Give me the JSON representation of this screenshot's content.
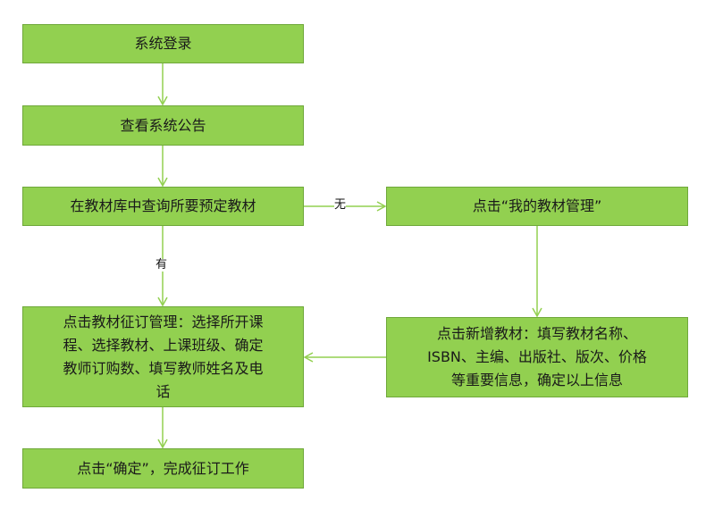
{
  "colors": {
    "node_fill": "#92d050",
    "node_border": "#6fa83a",
    "arrow": "#92d050"
  },
  "nodes": {
    "login": "系统登录",
    "notice": "查看系统公告",
    "query": "在教材库中查询所要预定教材",
    "my_books": "点击“我的教材管理”",
    "order_lines": [
      "点击教材征订管理：选择所开课",
      "程、选择教材、上课班级、确定",
      "教师订购数、填写教师姓名及电",
      "话"
    ],
    "add_lines": [
      "点击新增教材：填写教材名称、",
      "ISBN、主编、出版社、版次、价格",
      "等重要信息，确定以上信息"
    ],
    "confirm": "点击“确定”，完成征订工作"
  },
  "edges": {
    "no_label": "无",
    "yes_label": "有"
  }
}
